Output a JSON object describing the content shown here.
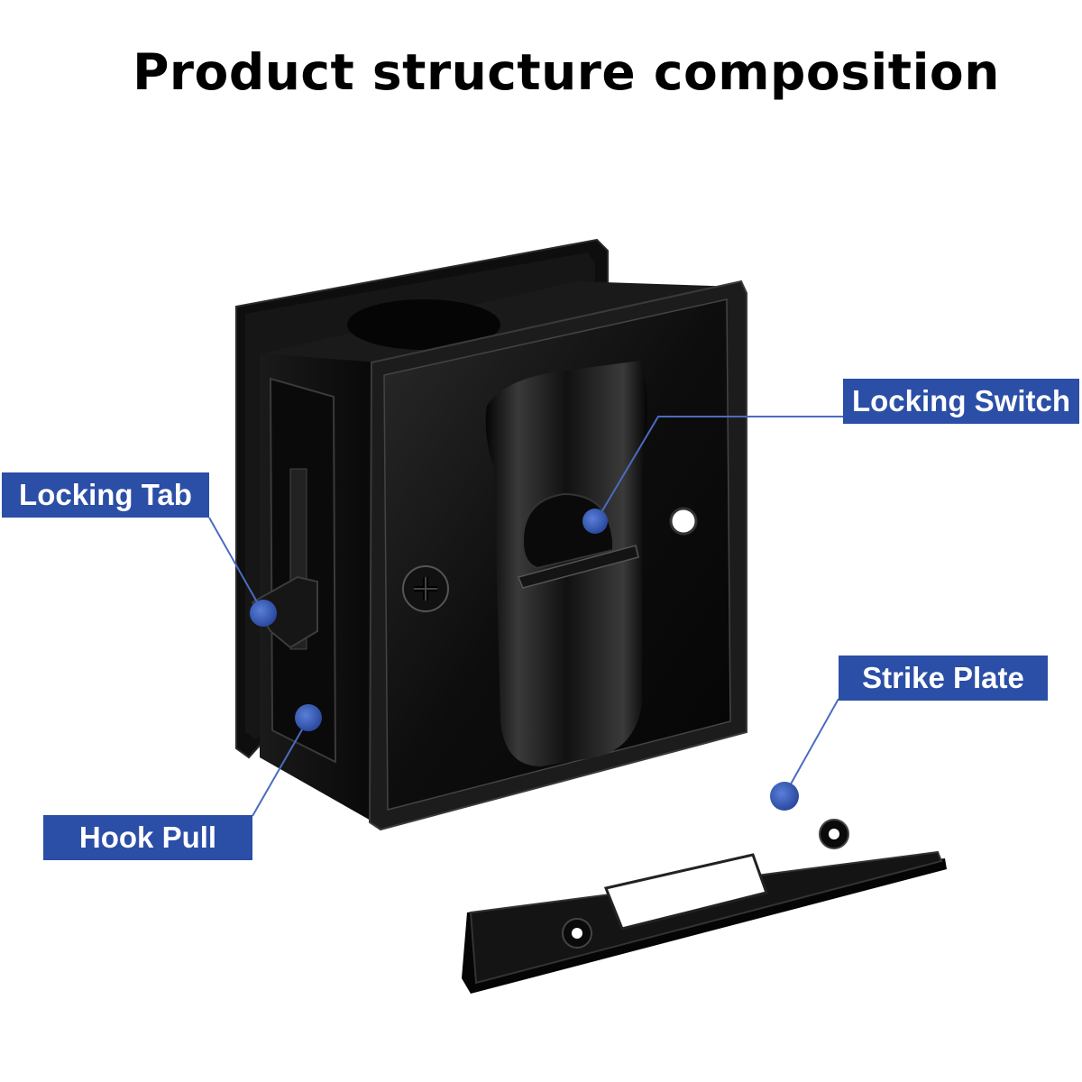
{
  "title": "Product structure composition",
  "colors": {
    "label_background": "#2b4ea6",
    "label_text": "#ffffff",
    "leader_line": "#4a6cc0",
    "marker_dot": "#3f64c4",
    "product": "#111111",
    "background": "#ffffff"
  },
  "labels": {
    "locking_switch": "Locking Switch",
    "locking_tab": "Locking Tab",
    "strike_plate": "Strike Plate",
    "hook_pull": "Hook Pull"
  }
}
